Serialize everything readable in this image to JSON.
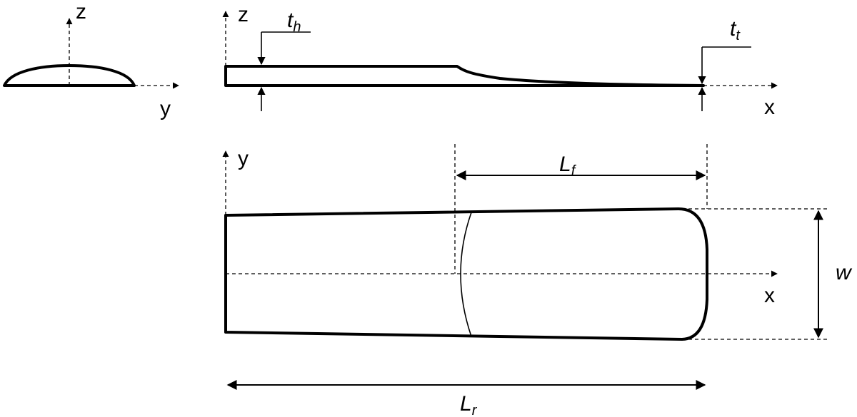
{
  "axes": {
    "front_z": "z",
    "front_y": "y",
    "side_z": "z",
    "side_x": "x",
    "top_y": "y",
    "top_x": "x"
  },
  "dimensions": {
    "t_h": {
      "base": "t",
      "sub": "h"
    },
    "t_t": {
      "base": "t",
      "sub": "t"
    },
    "L_f": {
      "base": "L",
      "sub": "f"
    },
    "L_r": {
      "base": "L",
      "sub": "r"
    },
    "w": "w"
  }
}
